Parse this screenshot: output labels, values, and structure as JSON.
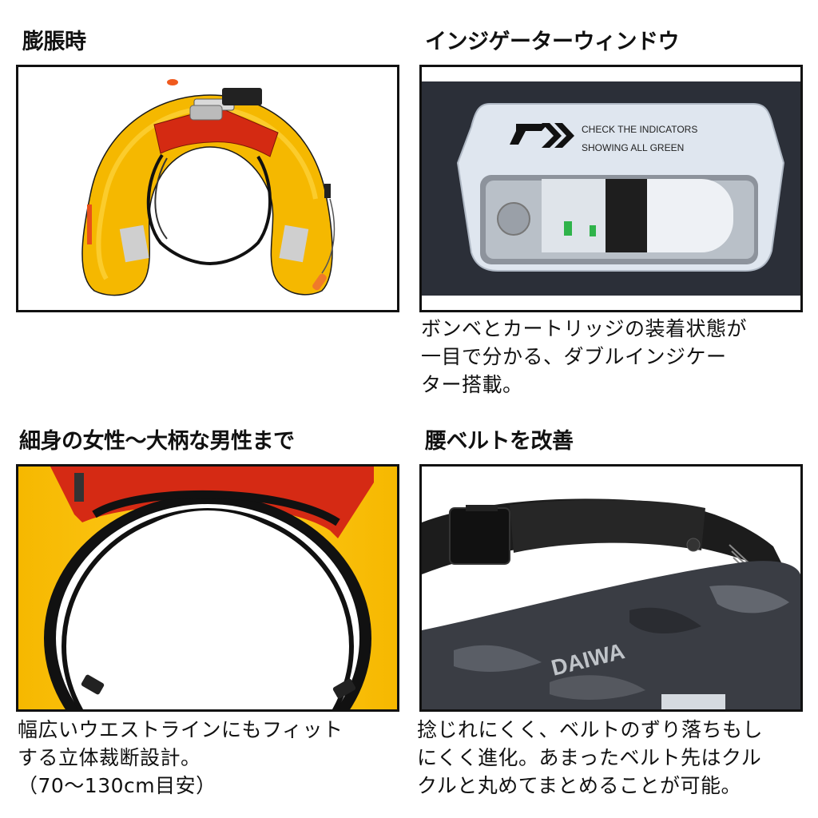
{
  "panels": [
    {
      "title": "膨脹時",
      "image": {
        "alt": "inflated horseshoe life jacket, yellow with red top pouch",
        "colors": {
          "bladder": "#f5b800",
          "pouch": "#d42a12"
        }
      },
      "caption": ""
    },
    {
      "title": "インジゲーターウィンドウ",
      "image": {
        "alt": "indicator window on dark fabric",
        "label_line1": "CHECK THE INDICATORS",
        "label_line2": "SHOWING ALL GREEN",
        "logo": "D-logo"
      },
      "caption": "ボンベとカートリッジの装着状態が\n一目で分かる、ダブルインジケー\nター搭載。"
    },
    {
      "title": "細身の女性～大柄な男性まで",
      "image": {
        "alt": "close-up of waist harness inside yellow bladder"
      },
      "caption": "幅広いウエストラインにもフィット\nする立体裁断設計。\n（70～130cm目安）"
    },
    {
      "title": "腰ベルトを改善",
      "image": {
        "alt": "black waist belt with buckle on camo pouch",
        "logo_text": "DAIWA"
      },
      "caption": "捻じれにくく、ベルトのずり落ちもし\nにくく進化。あまったベルト先はクル\nクルと丸めてまとめることが可能。"
    }
  ]
}
